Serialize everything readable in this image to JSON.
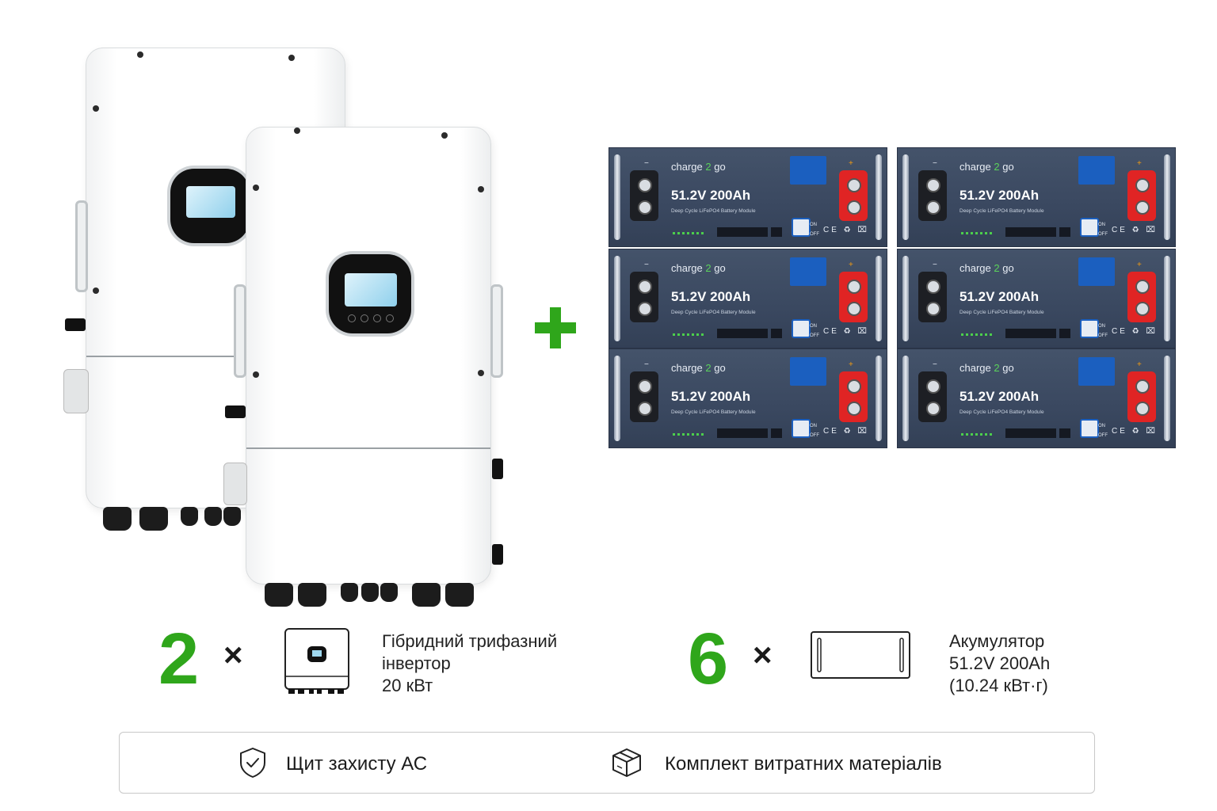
{
  "inverter_group": {
    "count": "2",
    "multiplier": "×",
    "description": "Гібридний трифазний\nінвертор\n20 кВт"
  },
  "battery_group": {
    "count": "6",
    "multiplier": "×",
    "description": "Акумулятор\n51.2V 200Ah\n(10.24 кВт·г)"
  },
  "battery_module": {
    "brand_prefix": "charge",
    "brand_mid": "2",
    "brand_suffix": "go",
    "model": "51.2V 200Ah",
    "subtitle": "Deep Cycle LiFePO4 Battery Module",
    "minus_sign": "−",
    "plus_sign": "+",
    "switch_on": "ON",
    "switch_off": "OFF",
    "cert_marks": "CE ♻ ⌧"
  },
  "extras": {
    "item1": {
      "icon": "shield-check-icon",
      "label": "Щит захисту АС"
    },
    "item2": {
      "icon": "box-icon",
      "label": "Комплект витратних матеріалів"
    }
  },
  "colors": {
    "accent_green": "#2fa61b",
    "battery_body": "#3a4860",
    "terminal_red": "#e02424"
  }
}
